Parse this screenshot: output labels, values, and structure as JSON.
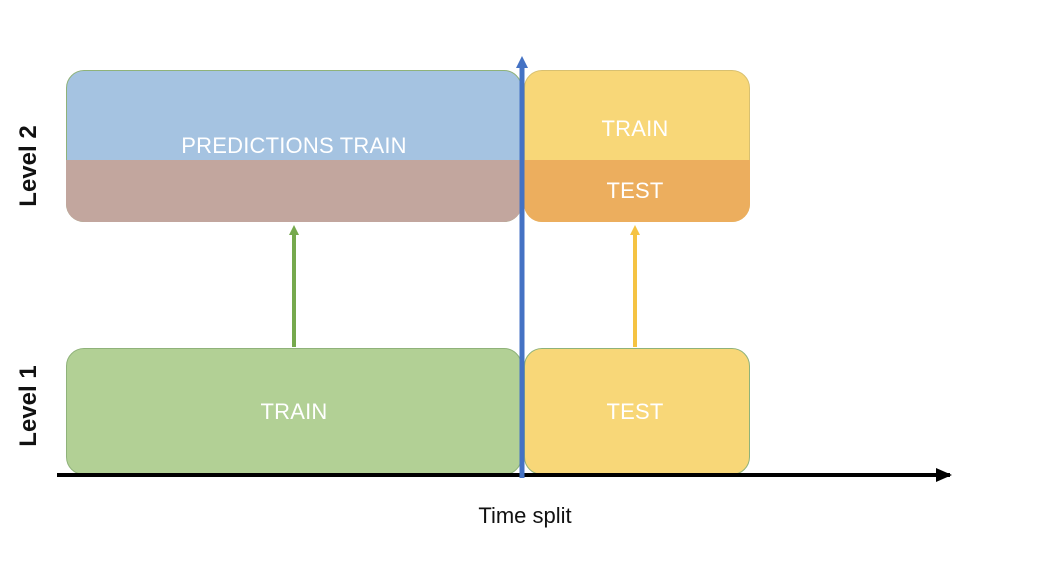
{
  "labels": {
    "level2": "Level 2",
    "level1": "Level 1",
    "predictions_train": "PREDICTIONS TRAIN",
    "l2_train": "TRAIN",
    "l2_test": "TEST",
    "l1_train": "TRAIN",
    "l1_test": "TEST",
    "time_split": "Time split"
  },
  "colors": {
    "blue_box": "#a5c3e1",
    "overlap_strip": "#c2a69e",
    "yellow_box": "#f8d778",
    "orange_strip": "#ecae5e",
    "green_box": "#b2d095",
    "green_arrow": "#76a94d",
    "yellow_arrow": "#f5c342",
    "split_line": "#4472c4",
    "axis": "#000000"
  }
}
